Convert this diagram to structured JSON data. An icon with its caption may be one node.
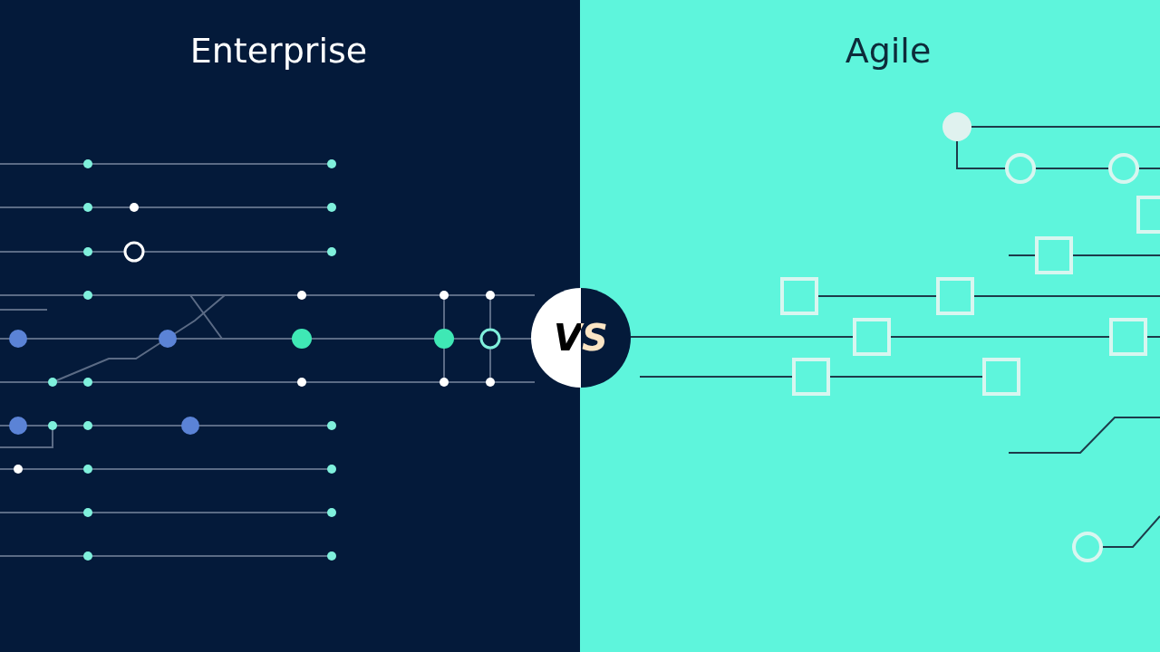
{
  "diagram": {
    "labels": [
      "Enterprise",
      "VS",
      "Agile"
    ]
  }
}
